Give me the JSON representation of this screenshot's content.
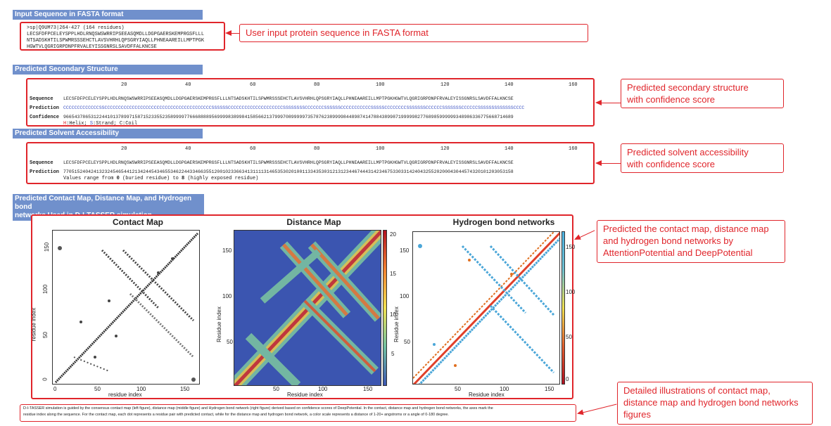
{
  "sections": {
    "fasta_header": "Input Sequence in FASTA format",
    "ss_header": "Predicted Secondary Structure",
    "sa_header": "Predicted Solvent Accessibility",
    "maps_header_l1": "Predicted Contact Map, Distance Map, and Hydrogen bond",
    "maps_header_l2": "networks Used in D-I-TASSER simulation"
  },
  "fasta": {
    "line1": ">sp|Q9UM73|264-427 (164 residues)",
    "line2": "LECSFDFPCELEYSPPLHDLRNQSWSWRRIPSEEASQMDLLDGPGAERSKEMPRGSFLLL",
    "line3": "NTSADSKHTILSPWMRSSSEHCTLAVSVHRHLQPSGRYIAQLLPHNEAAREILLMPTPGK",
    "line4": "HGWTVLQGRIGRPDNPFRVALEYISSGNRSLSAVDFFALKNCSE"
  },
  "ticks": [
    "20",
    "40",
    "60",
    "80",
    "100",
    "120",
    "140",
    "160"
  ],
  "ss": {
    "seq_label": "Sequence",
    "pred_label": "Prediction",
    "conf_label": "Confidence",
    "sequence": "LECSFDFPCELEYSPPLHDLRNQSWSWRRIPSEEASQMDLLDGPGAERSKEMPRGSFLLLNTSADSKHTILSPWMRSSSEHCTLAVSVHRHLQPSGRYIAQLLPHNEAAREILLMPTPGKHGWTVLQGRIGRPDNPFRVALEYISSGNRSLSAVDFFALKNCSE",
    "prediction": "CCCCCCCCCCCCCSSCCCCCCCCCCCCCCCCCCCCCCCCCCCCCCCCCCCCCCCSSSSSSCCCCCCCCCCCCCCCCCCCCSSSSSSSSCCCCCCCSSSSSSCCCCCCCCCCCSSSSSCCCCCCCCSSSSSSSCCCCCCSSSSSSSCCCCCCSSSSSSSSSSSSSCCCC",
    "confidence": "96654378653122441013789971587152335523589999776668888956999983899841585662137999708999997357876238999984489874147884389987199999827768985999999348986336775668714689",
    "legend_h": "H",
    "legend_h_text": ":Helix; ",
    "legend_s": "S",
    "legend_s_text": ":Strand; C:Coil"
  },
  "sa": {
    "seq_label": "Sequence",
    "pred_label": "Prediction",
    "sequence": "LECSFDFPCELEYSPPLHDLRNQSWSWRRIPSEEASQMDLLDGPGAERSKEMPRGSFLLLNTSADSKHTILSPWMRSSSEHCTLAVSVHRHLQPSGRYIAQLLPHNEAAREILLMPTPGKHGWTVLQGRIGRPDNPFRVALEYISSGNRSLSAVDFFALKNCSE",
    "prediction": "77051524042413232454654412134244543465534622443346635512001023366341311113146535302010011334353031213123446744431423467533033142404325520200043044574320101203053158",
    "range_a": "Values range from ",
    "range_b": "0",
    "range_c": " (buried residue) to ",
    "range_d": "8",
    "range_e": " (highly exposed residue)"
  },
  "plots": {
    "contact_title": "Contact Map",
    "distance_title": "Distance Map",
    "hbond_title": "Hydrogen bond networks",
    "contact_xlabel": "residue index",
    "contact_ylabel": "residue index",
    "distance_xlabel": "Residue index",
    "distance_ylabel": "Residue index",
    "hbond_xlabel": "Residue index",
    "hbond_ylabel": "Residue index",
    "contact_xticks": [
      "0",
      "50",
      "100",
      "150"
    ],
    "contact_yticks": [
      "150",
      "100",
      "50",
      "0"
    ],
    "res_xticks": [
      "50",
      "100",
      "150"
    ],
    "res_yticks": [
      "150",
      "100",
      "50"
    ],
    "dist_scale": [
      "20",
      "15",
      "10",
      "5"
    ],
    "hb_scale": [
      "150",
      "100",
      "50",
      "0"
    ]
  },
  "caption": {
    "line1": "D-I-TASSER simulation is guided by the consensus contact map (left figure), distance map (middle figure) and Hydrogen bond network (right figure) derived based on confidence scores of DeepPotential. In the contact, distance map and hydrogen bond networks, the axes mark the",
    "line2": "residue index along the sequence. For the contact map, each dot represents a residue pair with predicted contact, while for the distance map and hydrogen bond network, a color scale represents a distance of 1-20+ angstroms or a angle of 0-180 degree."
  },
  "callouts": {
    "c1": "User input protein sequence in FASTA format",
    "c2a": "Predicted secondary structure",
    "c2b": "with confidence score",
    "c3a": "Predicted solvent accessibility",
    "c3b": "with confidence score",
    "c4a": "Predicted the contact map, distance map",
    "c4b": "and hydrogen bond networks by",
    "c4c": "AttentionPotential and DeepPotential",
    "c5a": "Detailed illustrations of contact map,",
    "c5b": "distance map and hydrogen bond networks",
    "c5c": "figures"
  },
  "colors": {
    "accent": "#e0252b",
    "header_bg": "#7090cc",
    "strand": "#3b52c4",
    "helix": "#e0252b"
  }
}
